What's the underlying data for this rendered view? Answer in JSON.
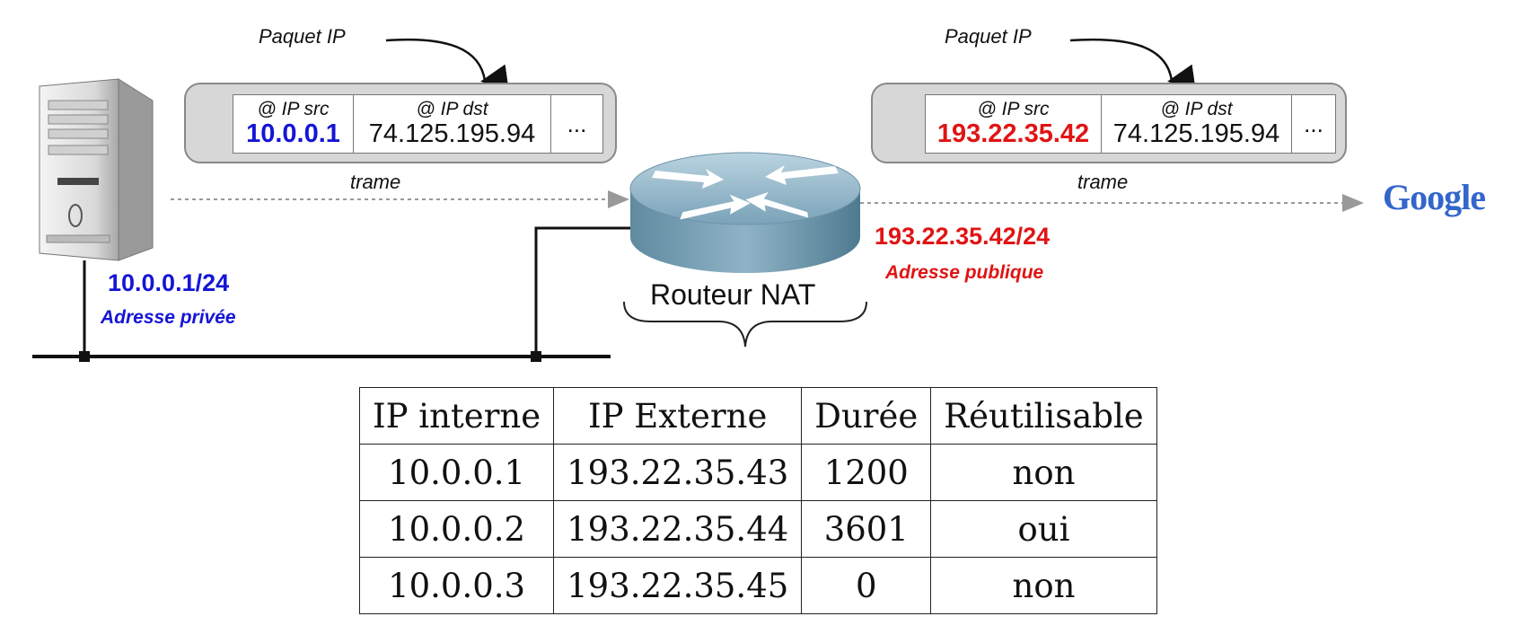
{
  "left_packet": {
    "caption": "Paquet IP",
    "src_label": "@ IP src",
    "src_value": "10.0.0.1",
    "dst_label": "@ IP dst",
    "dst_value": "74.125.195.94",
    "more": "...",
    "frame_label": "trame"
  },
  "right_packet": {
    "caption": "Paquet IP",
    "src_label": "@ IP src",
    "src_value": "193.22.35.42",
    "dst_label": "@ IP dst",
    "dst_value": "74.125.195.94",
    "more": "...",
    "frame_label": "trame"
  },
  "host": {
    "address": "10.0.0.1/24",
    "address_type": "Adresse privée"
  },
  "router": {
    "label": "Routeur NAT",
    "address": "193.22.35.42/24",
    "address_type": "Adresse publique"
  },
  "destination": {
    "logo_text": "Google"
  },
  "colors": {
    "private": "#1515d6",
    "public": "#e01414"
  },
  "nat_table": {
    "headers": [
      "IP interne",
      "IP Externe",
      "Durée",
      "Réutilisable"
    ],
    "rows": [
      [
        "10.0.0.1",
        "193.22.35.43",
        "1200",
        "non"
      ],
      [
        "10.0.0.2",
        "193.22.35.44",
        "3601",
        "oui"
      ],
      [
        "10.0.0.3",
        "193.22.35.45",
        "0",
        "non"
      ]
    ]
  }
}
